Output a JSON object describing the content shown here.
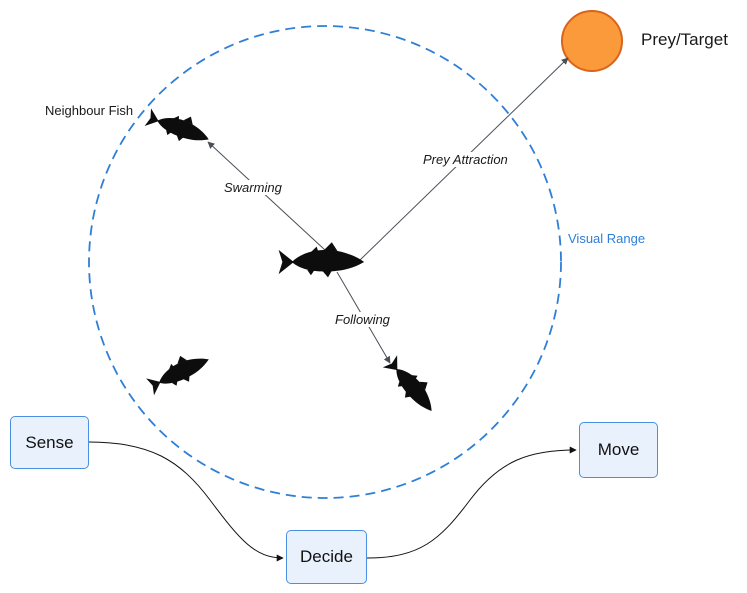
{
  "nodes": {
    "prey": "Prey/Target",
    "neighbour": "Neighbour Fish",
    "visual_range": "Visual Range"
  },
  "edges": {
    "swarming": "Swarming",
    "prey_attraction": "Prey Attraction",
    "following": "Following"
  },
  "flow": {
    "sense": "Sense",
    "decide": "Decide",
    "move": "Move"
  },
  "colors": {
    "range_circle": "#2f7fd6",
    "prey_fill": "#fb9a3a",
    "prey_stroke": "#d9641a",
    "box_fill": "#e8f1fc",
    "box_stroke": "#4a90e2"
  }
}
